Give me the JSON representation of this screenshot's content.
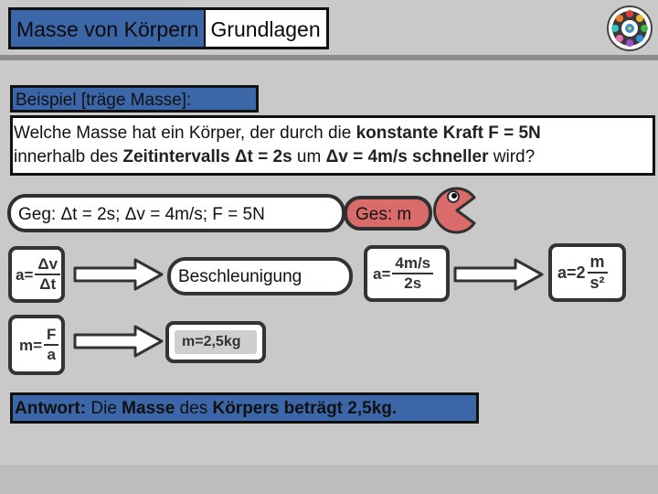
{
  "header": {
    "title_topic": "Masse von Körpern",
    "title_section": "Grundlagen"
  },
  "example": {
    "heading": "Beispiel [träge Masse]:",
    "question_line1_start": "Welche Masse hat ein Körper, der durch die ",
    "question_line1_bold": "konstante Kraft F = 5N",
    "question_line2_start": "innerhalb des ",
    "question_line2_bold1": "Zeitintervalls Δt = 2s",
    "question_line2_mid": " um ",
    "question_line2_bold2": "Δv = 4m/s schneller",
    "question_line2_end": " wird?"
  },
  "given": {
    "text": "Geg: Δt = 2s; Δv = 4m/s; F = 5N",
    "wanted": "Ges: m"
  },
  "formulas": {
    "accel_def": {
      "prefix": "a=",
      "num": "Δv",
      "den": "Δt"
    },
    "accel_label": "Beschleunigung",
    "accel_subst": {
      "prefix": "a=",
      "num": "4m/s",
      "den": "2s"
    },
    "accel_result": {
      "prefix": "a=2",
      "num": "m",
      "den": "s²"
    },
    "mass_def": {
      "prefix": "m=",
      "num": "F",
      "den": "a"
    },
    "mass_result": "m=2,5kg"
  },
  "answer": {
    "label": "Antwort:",
    "text_start": " Die ",
    "bold1": "Masse",
    "text_mid": " des ",
    "bold2": "Körpers beträgt 2,5kg."
  },
  "colors": {
    "accent_blue": "#3b66a8",
    "wanted_red": "#d96b6b",
    "background": "#c9c9c9"
  },
  "icons": [
    "mandala-logo",
    "pacman-icon",
    "right-arrow-icon"
  ]
}
